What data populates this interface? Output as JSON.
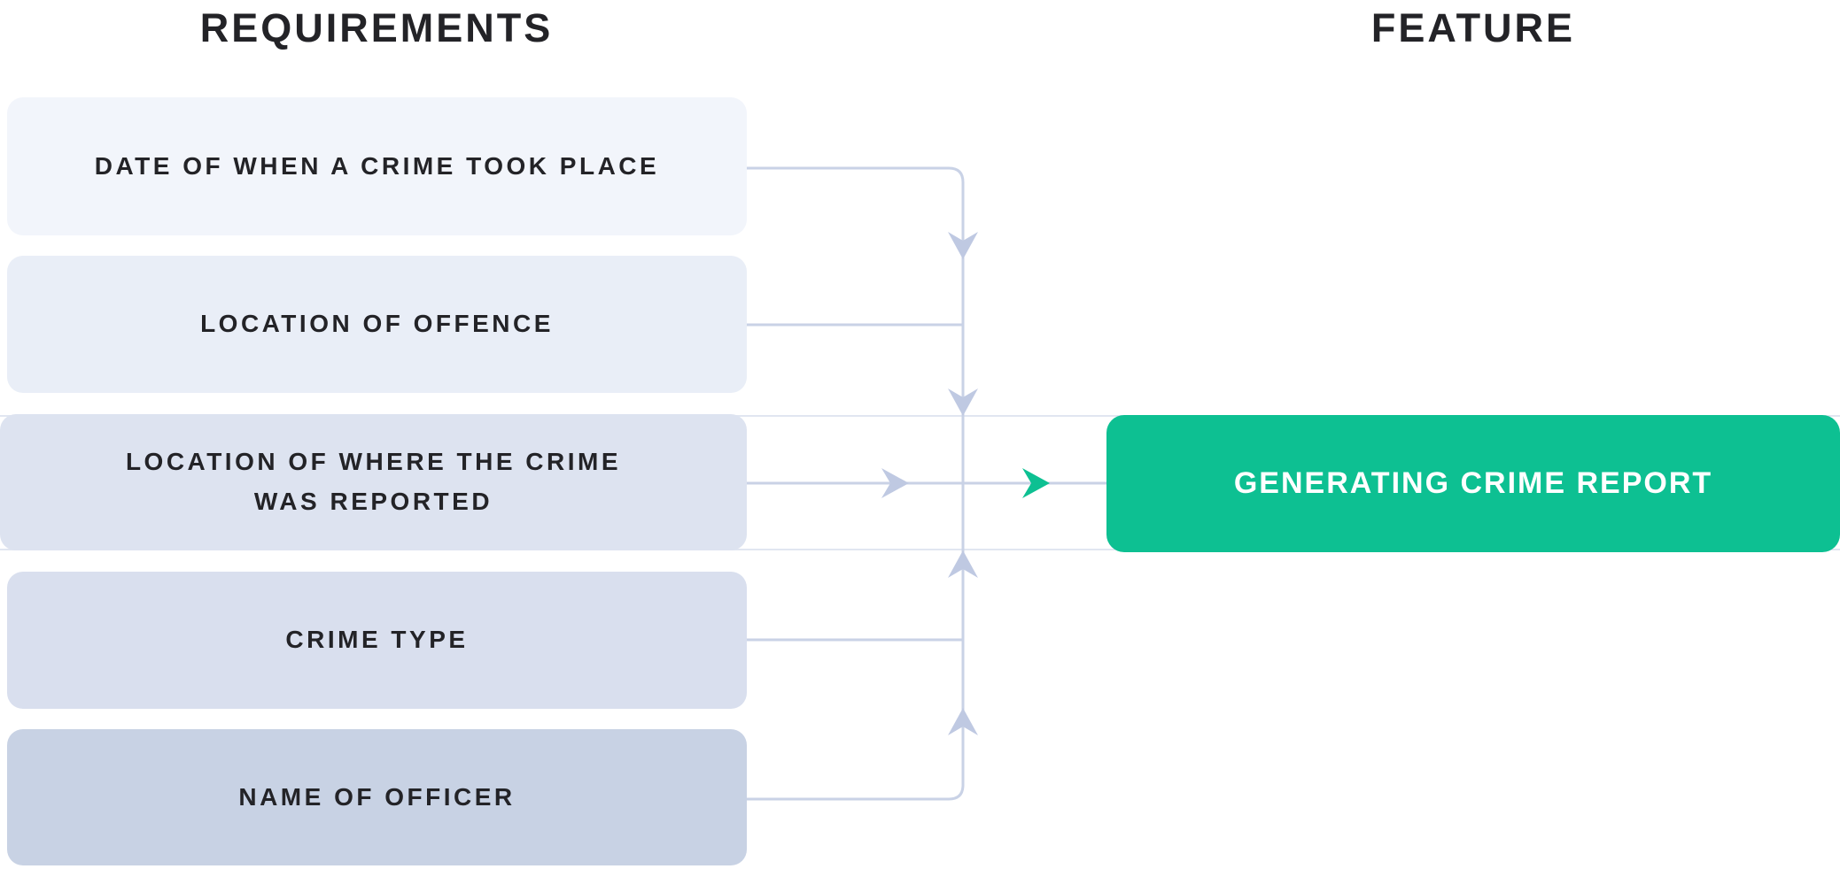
{
  "title_row": {
    "left": "REQUIREMENTS",
    "right": "FEATURE"
  },
  "requirement_boxes": [
    {
      "label": "DATE OF WHEN A CRIME TOOK PLACE",
      "fill": "#f2f5fb"
    },
    {
      "label": "LOCATION OF OFFENCE",
      "fill": "#e9eef7"
    },
    {
      "label": "LOCATION OF WHERE THE CRIME\nWAS REPORTED",
      "fill": "#dde3f0"
    },
    {
      "label": "CRIME TYPE",
      "fill": "#d9dfee"
    },
    {
      "label": "NAME OF OFFICER",
      "fill": "#c8d2e4"
    }
  ],
  "feature_box": {
    "label": "GENERATING CRIME REPORT"
  },
  "colors": {
    "background": "#ffffff",
    "text": "#232327",
    "connector_line": "#c9d2e6",
    "connector_arrow": "#bfc9e2",
    "feature_fill": "#0dc092",
    "feature_text": "#ffffff"
  }
}
